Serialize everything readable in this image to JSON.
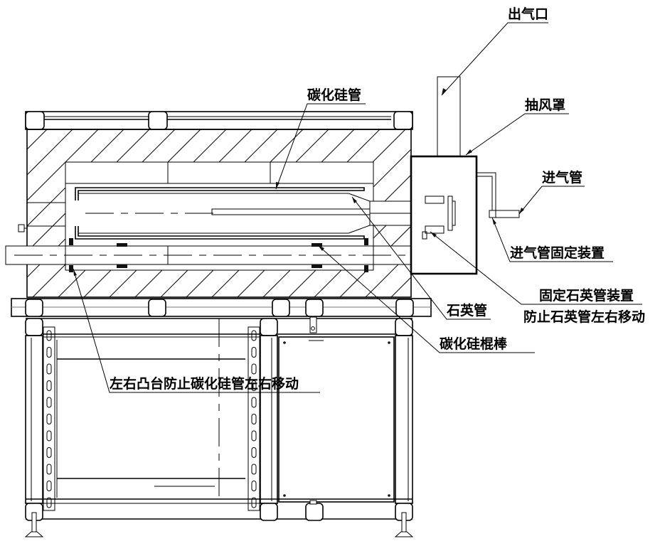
{
  "diagram": {
    "type": "furnace cross-section engineering drawing",
    "labels": {
      "gas_outlet": "出气口",
      "exhaust_hood": "抽风罩",
      "sic_tube": "碳化硅管",
      "gas_inlet_pipe": "进气管",
      "inlet_pipe_fixture": "进气管固定装置",
      "quartz_fixture_line1": "固定石英管装置",
      "quartz_fixture_line2": "防止石英管左右移动",
      "quartz_tube": "石英管",
      "sic_rod": "碳化硅棍棒",
      "boss_note": "左右凸台防止碳化硅管左右移动"
    }
  }
}
